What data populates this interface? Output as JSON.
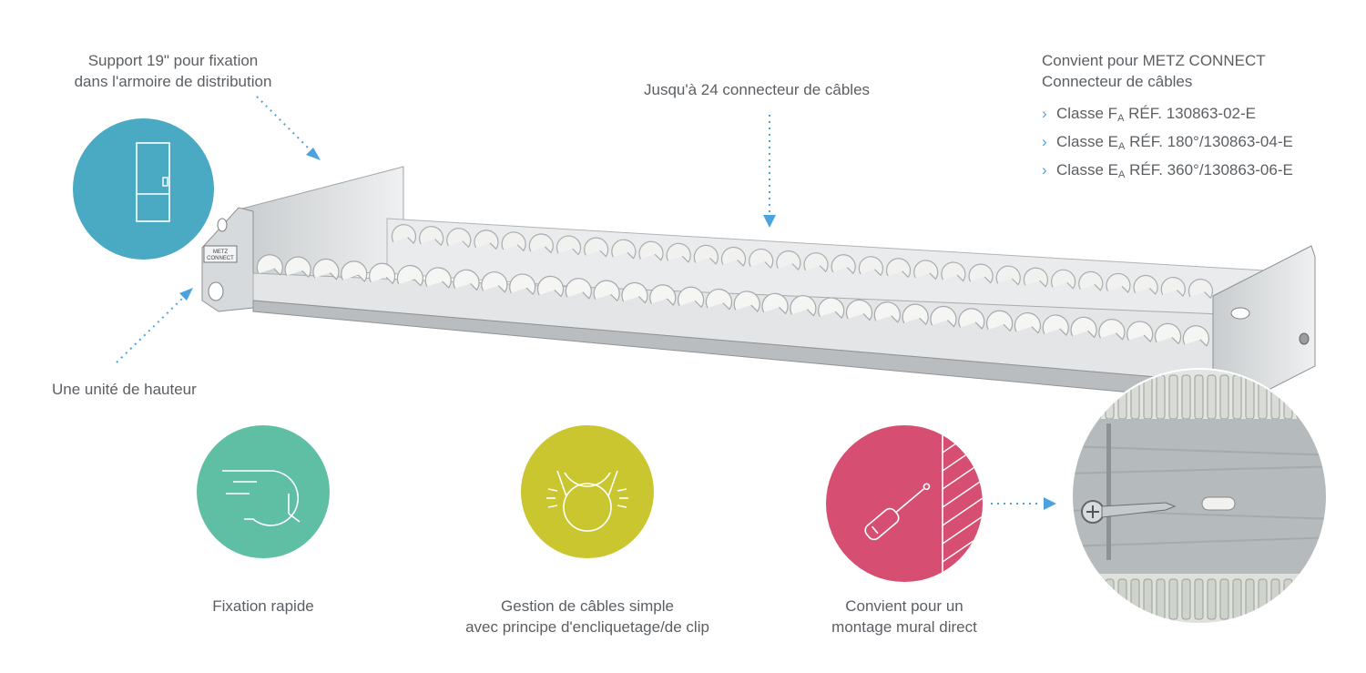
{
  "labels": {
    "support": [
      "Support 19\" pour fixation",
      "dans l'armoire de distribution"
    ],
    "connectors": "Jusqu'à 24 connecteur de câbles",
    "height_unit": "Une unité de hauteur",
    "compat_title": [
      "Convient pour METZ CONNECT",
      "Connecteur de câbles"
    ]
  },
  "specs": [
    {
      "prefix": "Classe F",
      "sub": "A",
      "ref": " RÉF. 130863-02-E"
    },
    {
      "prefix": "Classe E",
      "sub": "A",
      "ref": " RÉF. 180°/130863-04-E"
    },
    {
      "prefix": "Classe E",
      "sub": "A",
      "ref": " RÉF. 360°/130863-06-E"
    }
  ],
  "features": [
    {
      "label": [
        "Fixation rapide"
      ],
      "color": "#5fbfa4",
      "icon": "fast-clock-icon"
    },
    {
      "label": [
        "Gestion de câbles simple",
        "avec principe d'encliquetage/de clip"
      ],
      "color": "#c9c630",
      "icon": "clip-icon"
    },
    {
      "label": [
        "Convient pour un",
        "montage mural direct"
      ],
      "color": "#d64f73",
      "icon": "screwdriver-wall-icon"
    }
  ],
  "badge": {
    "color": "#4aa9c3",
    "icon": "cabinet-icon"
  },
  "brand": {
    "logo_text": [
      "METZ",
      "CONNECT"
    ]
  },
  "accent": "#4aa3df"
}
